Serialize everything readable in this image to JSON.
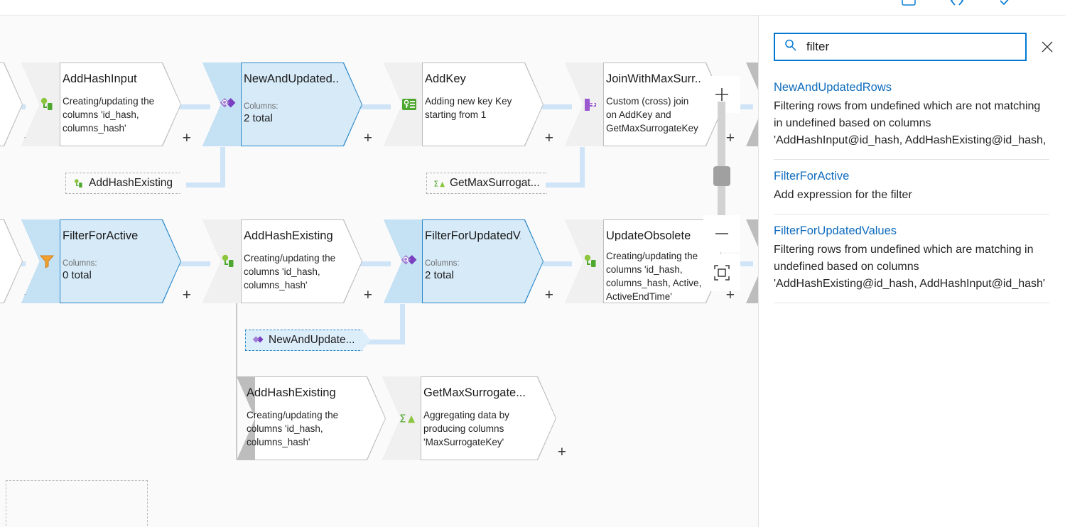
{
  "topbar": {
    "icons": [
      "save-icon",
      "code-icon",
      "validate-icon"
    ]
  },
  "canvas": {
    "nodes": [
      {
        "id": "AddHashInput",
        "title": "AddHashInput",
        "desc": "Creating/updating the columns 'id_hash, columns_hash'",
        "icon": "derived-column-icon",
        "selected": false,
        "plus": "+"
      },
      {
        "id": "NewAndUpdatedRows",
        "title": "NewAndUpdated...",
        "cols_label": "Columns:",
        "cols_value": "2 total",
        "icon": "exists-icon",
        "selected": true,
        "plus": "+"
      },
      {
        "id": "AddKey",
        "title": "AddKey",
        "desc": "Adding new key Key starting from 1",
        "icon": "surrogate-key-icon",
        "selected": false,
        "plus": "+"
      },
      {
        "id": "JoinWithMaxSurrogateKey",
        "title": "JoinWithMaxSurr...",
        "desc": "Custom (cross) join on AddKey and GetMaxSurrogateKey",
        "icon": "join-icon",
        "selected": false,
        "plus": "+"
      },
      {
        "id": "FilterForActive",
        "title": "FilterForActive",
        "cols_label": "Columns:",
        "cols_value": "0 total",
        "icon": "filter-icon",
        "selected": true,
        "plus": "+"
      },
      {
        "id": "AddHashExisting",
        "title": "AddHashExisting",
        "desc": "Creating/updating the columns 'id_hash, columns_hash'",
        "icon": "derived-column-icon",
        "selected": false,
        "plus": "+"
      },
      {
        "id": "FilterForUpdatedValues",
        "title": "FilterForUpdatedV...",
        "cols_label": "Columns:",
        "cols_value": "2 total",
        "icon": "exists-icon",
        "selected": true,
        "plus": "+"
      },
      {
        "id": "UpdateObsolete",
        "title": "UpdateObsolete",
        "desc": "Creating/updating the columns 'id_hash, columns_hash, Active, ActiveEndTime'",
        "icon": "derived-column-icon",
        "selected": false,
        "plus": "+"
      },
      {
        "id": "AddHashExisting2",
        "title": "AddHashExisting",
        "desc": "Creating/updating the columns 'id_hash, columns_hash'",
        "icon": "",
        "selected": false,
        "plus": "+"
      },
      {
        "id": "GetMaxSurrogateKey",
        "title": "GetMaxSurrogate...",
        "desc": "Aggregating data by producing columns 'MaxSurrogateKey'",
        "icon": "aggregate-icon",
        "selected": false,
        "plus": "+"
      }
    ],
    "pills": [
      {
        "id": "pill-AddHashExisting",
        "label": "AddHashExisting",
        "icon": "derived-column-icon",
        "selected": false
      },
      {
        "id": "pill-GetMaxSurrogateKey",
        "label": "GetMaxSurrogat...",
        "icon": "aggregate-icon",
        "selected": false
      },
      {
        "id": "pill-NewAndUpdatedRows",
        "label": "NewAndUpdate...",
        "icon": "exists-icon",
        "selected": true
      }
    ],
    "zoom_controls": {
      "zoom_in": "+",
      "zoom_out": "—",
      "fit_to_screen": "fit-to-screen-icon"
    }
  },
  "panel": {
    "search": {
      "value": "filter",
      "placeholder": "Search",
      "icon": "search-icon"
    },
    "close_label": "close-icon",
    "results": [
      {
        "title": "NewAndUpdatedRows",
        "desc": "Filtering rows from undefined which are not matching in undefined based on columns 'AddHashInput@id_hash, AddHashExisting@id_hash,"
      },
      {
        "title": "FilterForActive",
        "desc": "Add expression for the filter"
      },
      {
        "title": "FilterForUpdatedValues",
        "desc": "Filtering rows from undefined which are matching in undefined based on columns 'AddHashExisting@id_hash, AddHashInput@id_hash'"
      }
    ]
  },
  "colors": {
    "accent": "#0078d4",
    "link": "#0f6cbd",
    "selected_fill": "#d6eaf8",
    "selected_border": "#2a88c8",
    "connector": "#cfe4f7",
    "canvas_bg": "#fafafa"
  }
}
